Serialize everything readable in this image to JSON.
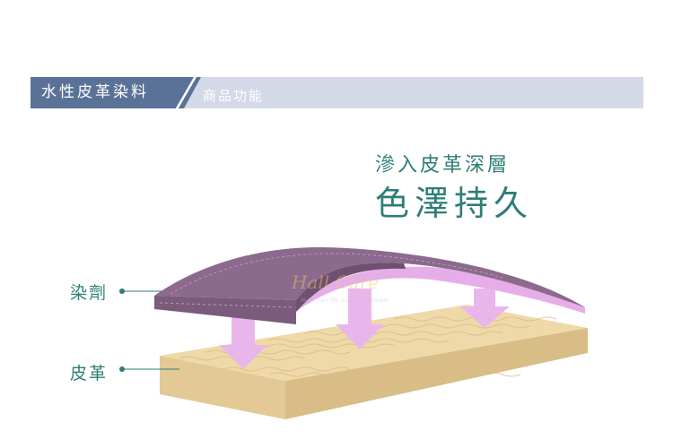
{
  "header": {
    "title": "水性皮革染料",
    "subtitle": "商品功能"
  },
  "headline": {
    "line1": "滲入皮革深層",
    "line2": "色澤持久"
  },
  "labels": {
    "dye": "染劑",
    "leather": "皮革"
  },
  "watermark": {
    "brand": "Hall Care",
    "tagline": "Make your life more comfortable"
  },
  "colors": {
    "accent": "#2e7d78",
    "header_tab": "#5a7298",
    "header_bar": "#d3d9e6",
    "dye_top": "#8c6a8d",
    "dye_front": "#7a5b7b",
    "dye_underside": "#e6aee8",
    "arrow": "#e9b6ec",
    "leather_top": "#efd9a8",
    "leather_side": "#e3c995"
  }
}
